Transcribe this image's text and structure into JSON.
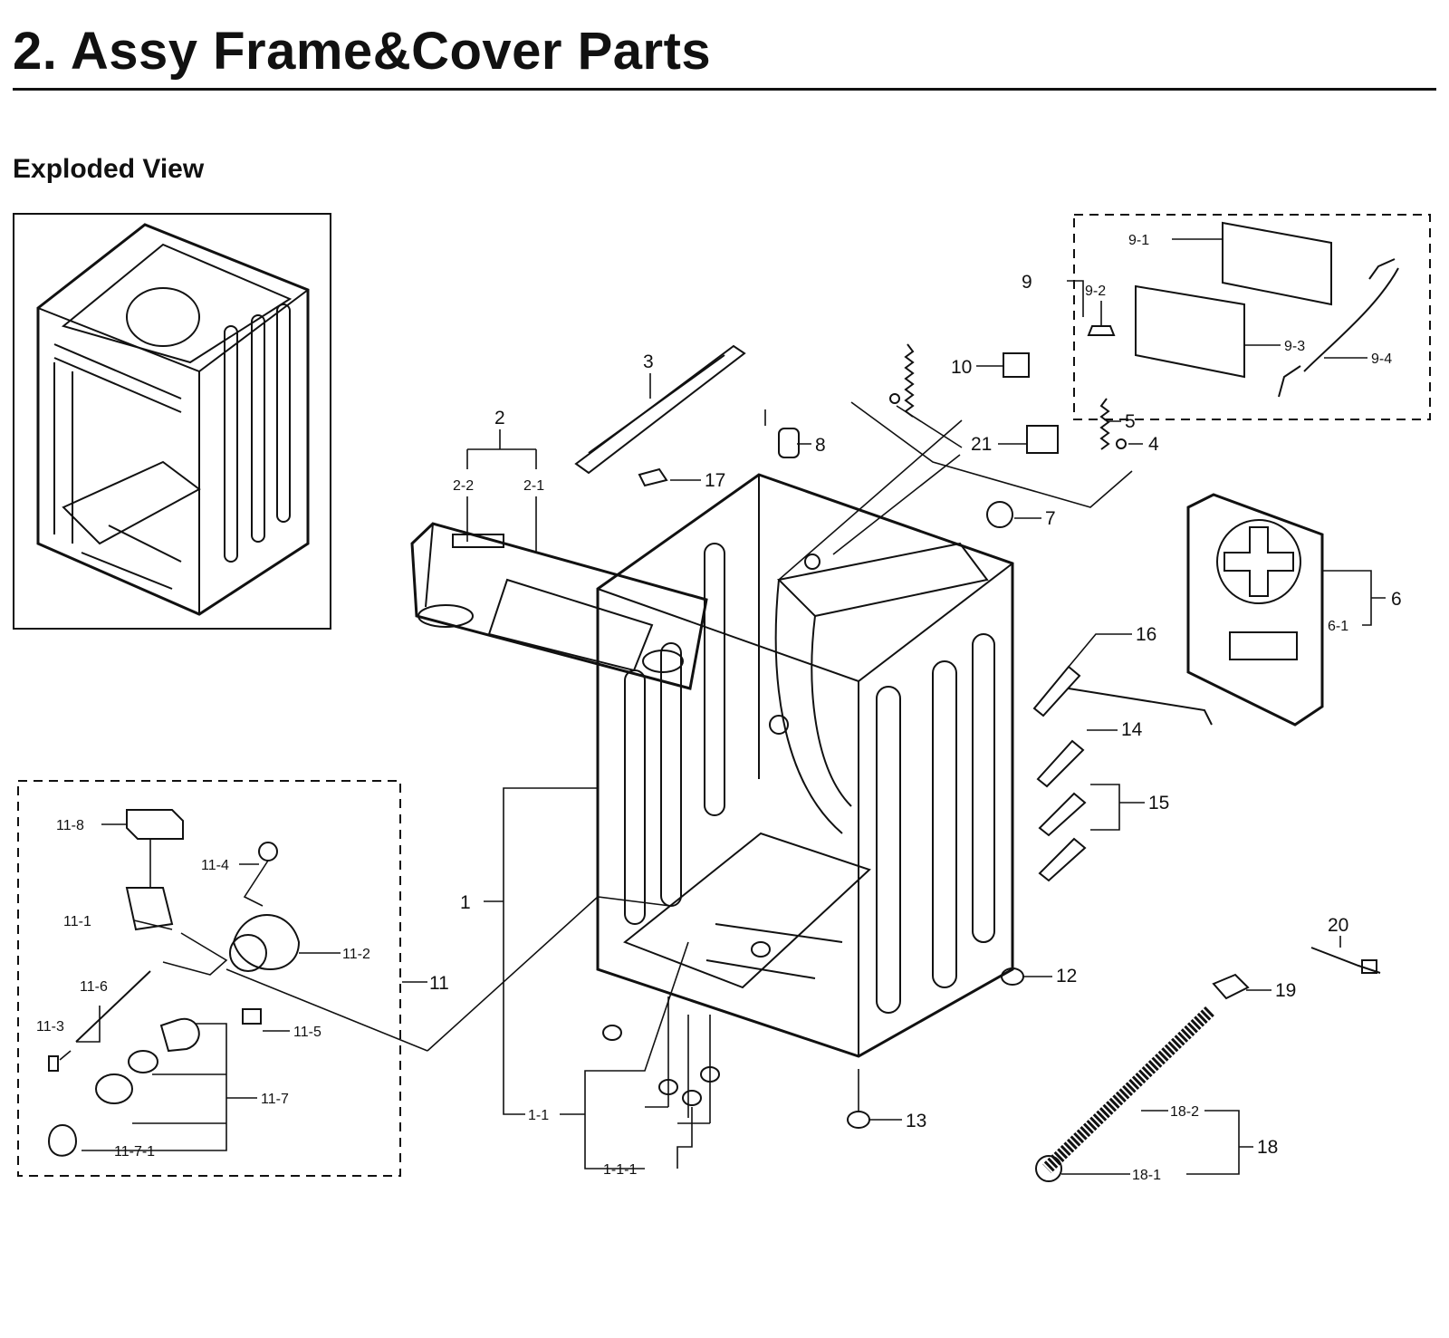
{
  "document": {
    "title": "2.  Assy Frame&Cover Parts",
    "subtitle": "Exploded View"
  },
  "callouts": [
    "1",
    "1-1",
    "1-1-1",
    "2",
    "2-1",
    "2-2",
    "3",
    "4",
    "5",
    "6",
    "6-1",
    "7",
    "8",
    "9",
    "9-1",
    "9-2",
    "9-3",
    "9-4",
    "10",
    "11",
    "11-1",
    "11-2",
    "11-3",
    "11-4",
    "11-5",
    "11-6",
    "11-7",
    "11-7-1",
    "11-8",
    "12",
    "13",
    "14",
    "15",
    "16",
    "17",
    "18",
    "18-1",
    "18-2",
    "19",
    "20",
    "21"
  ],
  "colors": {
    "ink": "#111111",
    "paper": "#ffffff"
  }
}
